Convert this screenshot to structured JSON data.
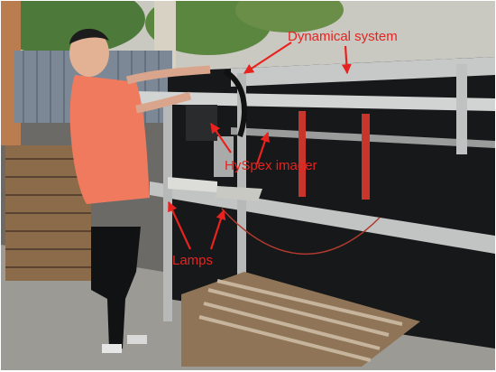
{
  "photo": {
    "annotations": {
      "dynamical_system": "Dynamical system",
      "hyspex_imager": "HySpex imager",
      "lamps": "Lamps"
    }
  },
  "colors": {
    "annotation": "#e8231f",
    "shirt": "#f07a5e",
    "frame": "#c7c9c8",
    "backdrop": "#16181a",
    "pallet_wood": "#8c6b4a",
    "foliage": "#4d7a3a"
  },
  "icons": [
    "arrow-icon"
  ]
}
